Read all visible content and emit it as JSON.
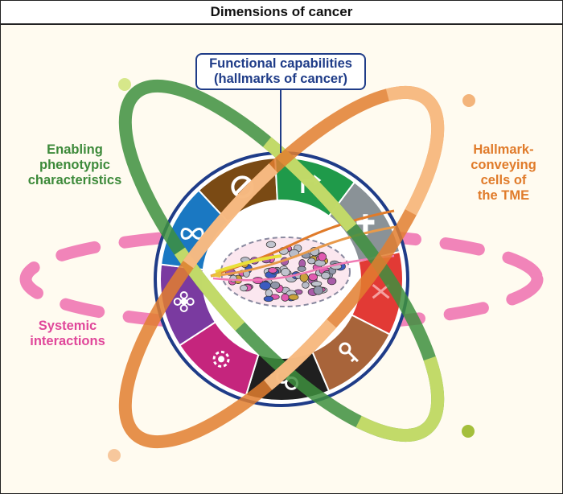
{
  "title": "Dimensions of cancer",
  "labels": {
    "functional_line1": "Functional capabilities",
    "functional_line2": "(hallmarks of cancer)",
    "enabling": [
      "Enabling",
      "phenotypic",
      "characteristics"
    ],
    "hallmark_conveying": [
      "Hallmark-",
      "conveying",
      "cells of",
      "the TME"
    ],
    "systemic": [
      "Systemic",
      "interactions"
    ]
  },
  "colors": {
    "enabling": "#3d8a3a",
    "hallmark_conveying": "#e07b2a",
    "systemic": "#e0479a",
    "functional": "#1f3c88",
    "ring_outline": "#1f3c88"
  },
  "wheel_segments": [
    {
      "name": "segment-brown",
      "color": "#7a4a14",
      "icon": "no-entry-icon"
    },
    {
      "name": "segment-green",
      "color": "#1f9a4a",
      "icon": "arrow-turn-icon"
    },
    {
      "name": "segment-gray",
      "color": "#8a9297",
      "icon": "cross-icon"
    },
    {
      "name": "segment-red",
      "color": "#e23a35",
      "icon": "dna-break-icon"
    },
    {
      "name": "segment-light-brown",
      "color": "#a8643a",
      "icon": "key-icon"
    },
    {
      "name": "segment-black",
      "color": "#1f1f1f",
      "icon": "cell-division-icon"
    },
    {
      "name": "segment-magenta",
      "color": "#c5257d",
      "icon": "cog-cell-icon"
    },
    {
      "name": "segment-purple",
      "color": "#7a3aa0",
      "icon": "flower-cell-icon"
    },
    {
      "name": "segment-blue",
      "color": "#1a78c2",
      "icon": "infinity-icon"
    }
  ]
}
